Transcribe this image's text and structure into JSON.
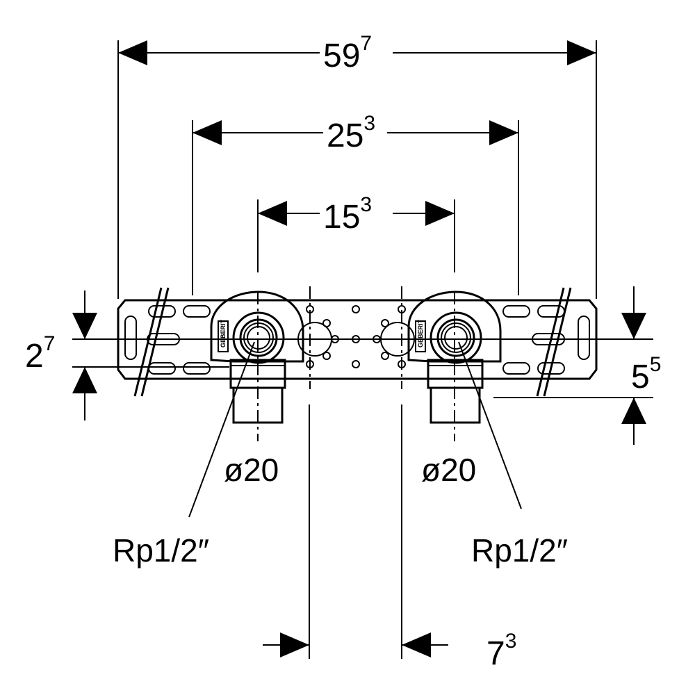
{
  "dimensions": {
    "overall_width": {
      "main": "59",
      "sup": "7"
    },
    "outer_bracket": {
      "main": "25",
      "sup": "3"
    },
    "outlet_spacing": {
      "main": "15",
      "sup": "3"
    },
    "plate_height_left": {
      "main": "2",
      "sup": "7"
    },
    "offset_right": {
      "main": "5",
      "sup": "5"
    },
    "bottom_offset": {
      "main": "7",
      "sup": "3"
    }
  },
  "labels": {
    "pipe_left": "ø20",
    "pipe_right": "ø20",
    "thread_left": "Rp1/2″",
    "thread_right": "Rp1/2″",
    "logo_left": "GEBERIT",
    "logo_right": "GEBERIT"
  }
}
